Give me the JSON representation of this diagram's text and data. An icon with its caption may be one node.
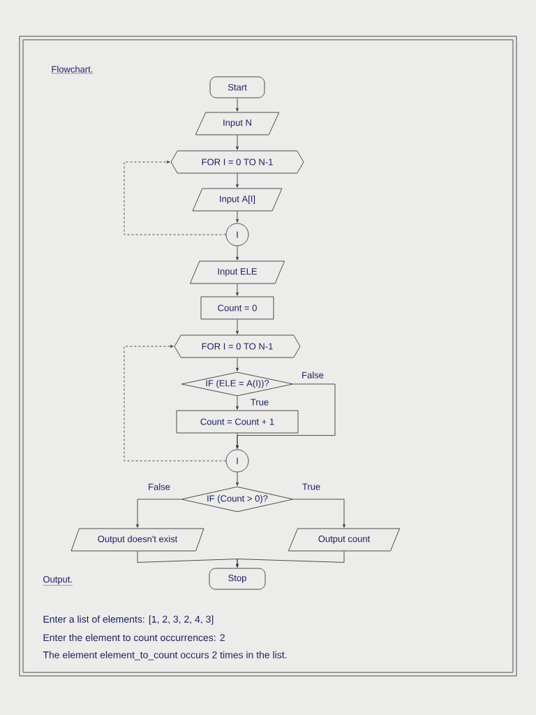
{
  "diagram": {
    "title": "Flowchart.",
    "nodes": [
      {
        "text": [
          "Start"
        ]
      },
      {
        "text": [
          "Input N"
        ]
      },
      {
        "text": [
          "FOR I = 0 TO N-1"
        ]
      },
      {
        "text": [
          "Input A[I]"
        ]
      },
      {
        "text": [
          "I"
        ]
      },
      {
        "text": [
          "Input ELE"
        ]
      },
      {
        "text": [
          "Count = 0"
        ]
      },
      {
        "text": [
          "FOR I = 0 TO N-1"
        ]
      },
      {
        "text": [
          "IF (ELE = A(I))?"
        ]
      },
      {
        "text": [
          "Count = Count + 1"
        ]
      },
      {
        "text": [
          "I"
        ]
      },
      {
        "text": [
          "IF (Count > 0)?"
        ]
      },
      {
        "text": [
          "Output doesn't exist"
        ]
      },
      {
        "text": [
          "Output count"
        ]
      },
      {
        "text": [
          "Stop"
        ]
      }
    ],
    "edges": [
      {
        "from": 0,
        "to": 1,
        "arrow": "to"
      },
      {
        "from": 1,
        "to": 2,
        "arrow": "to"
      },
      {
        "from": 2,
        "to": 3,
        "arrow": "to"
      },
      {
        "from": 3,
        "to": 4,
        "arrow": "to"
      },
      {
        "from": 4,
        "to": 2,
        "arrow": "to",
        "style": "dashed"
      },
      {
        "from": 4,
        "to": 5,
        "arrow": "to"
      },
      {
        "from": 5,
        "to": 6,
        "arrow": "to"
      },
      {
        "from": 6,
        "to": 7,
        "arrow": "to"
      },
      {
        "from": 7,
        "to": 8,
        "arrow": "to"
      },
      {
        "from": 8,
        "to": 9,
        "arrow": "to",
        "label": "True"
      },
      {
        "from": 8,
        "to": 10,
        "arrow": "to",
        "label": "False"
      },
      {
        "from": 9,
        "to": 10,
        "arrow": "to"
      },
      {
        "from": 10,
        "to": 7,
        "arrow": "to",
        "style": "dashed"
      },
      {
        "from": 10,
        "to": 11,
        "arrow": "to"
      },
      {
        "from": 11,
        "to": 12,
        "arrow": "to",
        "label": "False"
      },
      {
        "from": 11,
        "to": 13,
        "arrow": "to",
        "label": "True"
      },
      {
        "from": 12,
        "to": 14,
        "arrow": "to"
      },
      {
        "from": 13,
        "to": 14,
        "arrow": "to"
      }
    ],
    "labels": [
      "Output.",
      "Enter a list of elements: [1, 2, 3, 2, 4, 3]",
      "Enter the element to count occurrences: 2",
      "The element element_to_count occurs 2 times in the list."
    ]
  }
}
